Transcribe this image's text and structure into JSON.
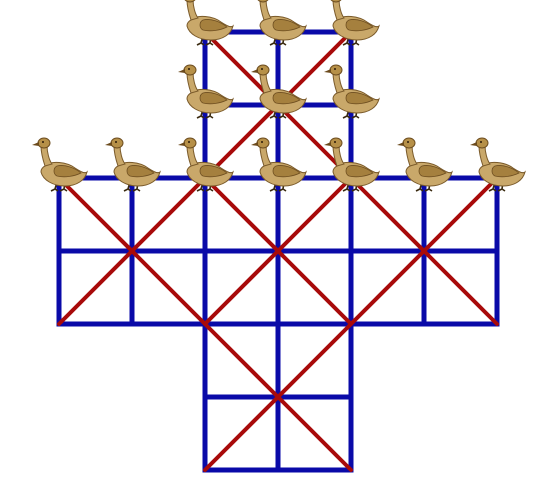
{
  "game": {
    "pieces": [
      {
        "type": "goose",
        "point": [
          2,
          0
        ]
      },
      {
        "type": "goose",
        "point": [
          3,
          0
        ]
      },
      {
        "type": "goose",
        "point": [
          4,
          0
        ]
      },
      {
        "type": "goose",
        "point": [
          2,
          1
        ]
      },
      {
        "type": "goose",
        "point": [
          3,
          1
        ]
      },
      {
        "type": "goose",
        "point": [
          4,
          1
        ]
      },
      {
        "type": "goose",
        "point": [
          0,
          2
        ]
      },
      {
        "type": "goose",
        "point": [
          1,
          2
        ]
      },
      {
        "type": "goose",
        "point": [
          2,
          2
        ]
      },
      {
        "type": "goose",
        "point": [
          3,
          2
        ]
      },
      {
        "type": "goose",
        "point": [
          4,
          2
        ]
      },
      {
        "type": "goose",
        "point": [
          5,
          2
        ]
      },
      {
        "type": "goose",
        "point": [
          6,
          2
        ]
      }
    ],
    "colors": {
      "grid": "#0a0aa8",
      "diagonals": "#a80a0a",
      "goose": "#c9a86a"
    }
  }
}
